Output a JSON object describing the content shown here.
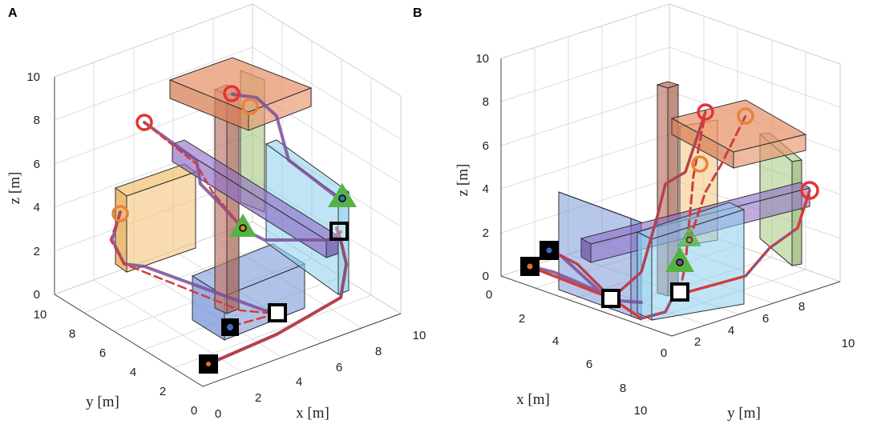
{
  "panels": [
    {
      "letter": "A",
      "axes": {
        "z": {
          "label": "z [m]",
          "ticks": [
            "0",
            "2",
            "4",
            "6",
            "8",
            "10"
          ]
        },
        "y": {
          "label": "y [m]",
          "ticks": [
            "0",
            "2",
            "4",
            "6",
            "8",
            "10"
          ]
        },
        "x": {
          "label": "x [m]",
          "ticks": [
            "0",
            "2",
            "4",
            "6",
            "8",
            "10"
          ]
        }
      }
    },
    {
      "letter": "B",
      "axes": {
        "z": {
          "label": "z [m]",
          "ticks": [
            "0",
            "2",
            "4",
            "6",
            "8",
            "10"
          ]
        },
        "x": {
          "label": "x [m]",
          "ticks": [
            "0",
            "2",
            "4",
            "6",
            "8",
            "10"
          ]
        },
        "y": {
          "label": "y [m]",
          "ticks": [
            "0",
            "2",
            "4",
            "6",
            "8",
            "10"
          ]
        }
      }
    }
  ],
  "legend_markers": {
    "start": "square-marker",
    "goal": "circle-marker",
    "intermediate": "triangle-marker"
  },
  "colors": {
    "path_red": "#d23c3c",
    "path_purple": "#7a4f96",
    "path_blue": "#3a6fc9",
    "obstacle_orange": "#e8956f",
    "obstacle_purple": "#8a6ac4",
    "obstacle_blue": "#6f8fd6",
    "obstacle_cyan": "#89cdee",
    "obstacle_green": "#a6c77e",
    "obstacle_yellow": "#f3c47a",
    "obstacle_brick": "#c07a6e",
    "marker_green": "#55b346"
  }
}
